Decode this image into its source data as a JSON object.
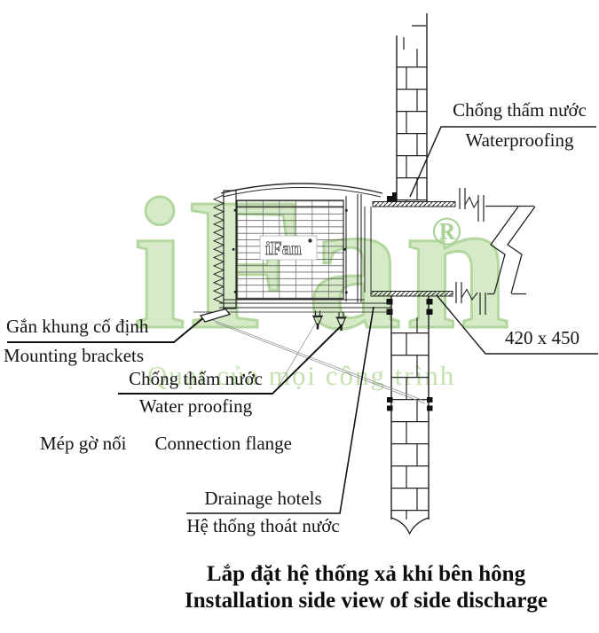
{
  "watermark": {
    "brand": "iFan",
    "registered": "®",
    "slogan": "Quạt của mọi công trình",
    "green": "#b3d79e"
  },
  "unit": {
    "logo": "iFan"
  },
  "labels": {
    "waterproofing_top_vi": "Chống thấm nước",
    "waterproofing_top_en": "Waterproofing",
    "dimension": "420 x 450",
    "mounting_vi": "Gắn khung cố định",
    "mounting_en": "Mounting brackets",
    "waterproofing_bottom_vi": "Chống thấm nước",
    "waterproofing_bottom_en": "Water proofing",
    "flange_vi": "Mép gờ nối",
    "flange_en": "Connection flange",
    "drainage_en": "Drainage hotels",
    "drainage_vi": "Hệ thống thoát nước"
  },
  "title": {
    "vi": "Lắp đặt hệ thống xả khí bên hông",
    "en": "Installation side view of side discharge"
  }
}
